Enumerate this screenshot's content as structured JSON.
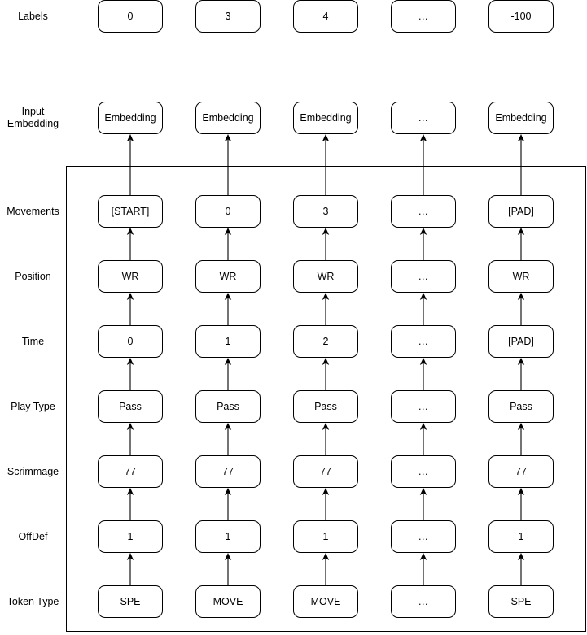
{
  "diagram": {
    "title": "Input token feature stack with embedding and labels",
    "columns": 5,
    "colors": {
      "stroke": "#000000",
      "fill": "#ffffff",
      "text": "#000000"
    },
    "row_labels": {
      "labels": "Labels",
      "input_embedding": "Input\nEmbedding",
      "movements": "Movements",
      "position": "Position",
      "time": "Time",
      "play_type": "Play Type",
      "scrimmage": "Scrimmage",
      "offdef": "OffDef",
      "token_type": "Token Type"
    },
    "rows": {
      "labels": [
        "0",
        "3",
        "4",
        "...",
        "-100"
      ],
      "input_embedding": [
        "Embedding",
        "Embedding",
        "Embedding",
        "...",
        "Embedding"
      ],
      "movements": [
        "[START]",
        "0",
        "3",
        "...",
        "[PAD]"
      ],
      "position": [
        "WR",
        "WR",
        "WR",
        "...",
        "WR"
      ],
      "time": [
        "0",
        "1",
        "2",
        "...",
        "[PAD]"
      ],
      "play_type": [
        "Pass",
        "Pass",
        "Pass",
        "...",
        "Pass"
      ],
      "scrimmage": [
        "77",
        "77",
        "77",
        "...",
        "77"
      ],
      "offdef": [
        "1",
        "1",
        "1",
        "...",
        "1"
      ],
      "token_type": [
        "SPE",
        "MOVE",
        "MOVE",
        "...",
        "SPE"
      ]
    }
  }
}
